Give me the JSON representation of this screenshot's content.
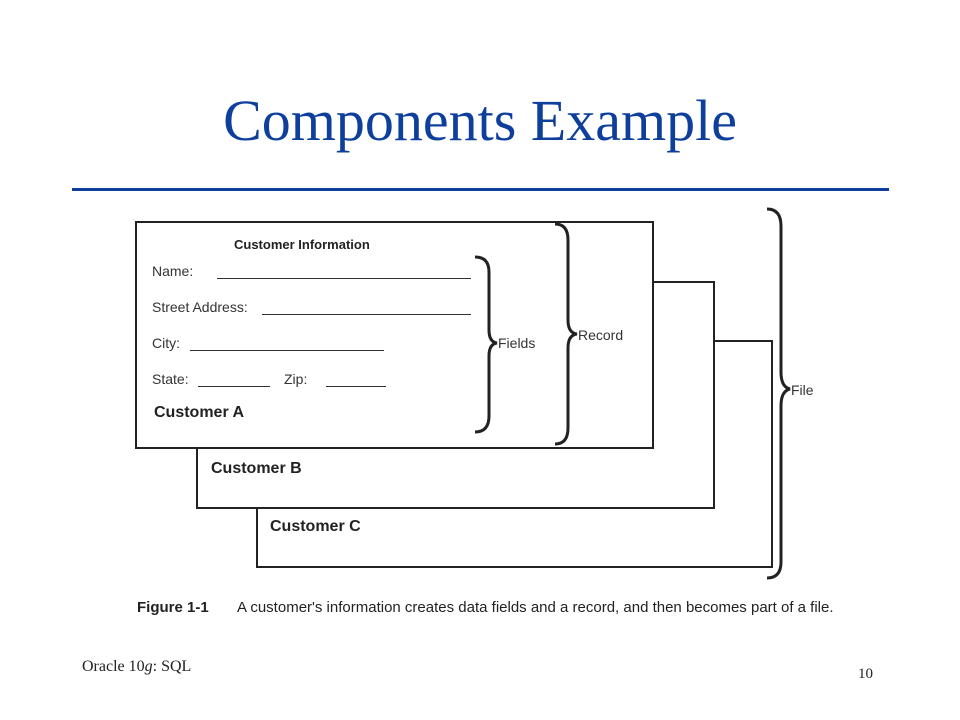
{
  "slide": {
    "title": "Components Example",
    "footer_left": "Oracle 10g: SQL",
    "page_number": "10"
  },
  "figure": {
    "form_title": "Customer Information",
    "fields": {
      "name": "Name:",
      "street": "Street Address:",
      "city": "City:",
      "state": "State:",
      "zip": "Zip:"
    },
    "cards": {
      "a": "Customer A",
      "b": "Customer B",
      "c": "Customer C"
    },
    "brackets": {
      "fields": "Fields",
      "record": "Record",
      "file": "File"
    },
    "caption_label": "Figure 1-1",
    "caption_text": "A customer's information creates data fields and a record, and then becomes part of a file."
  }
}
